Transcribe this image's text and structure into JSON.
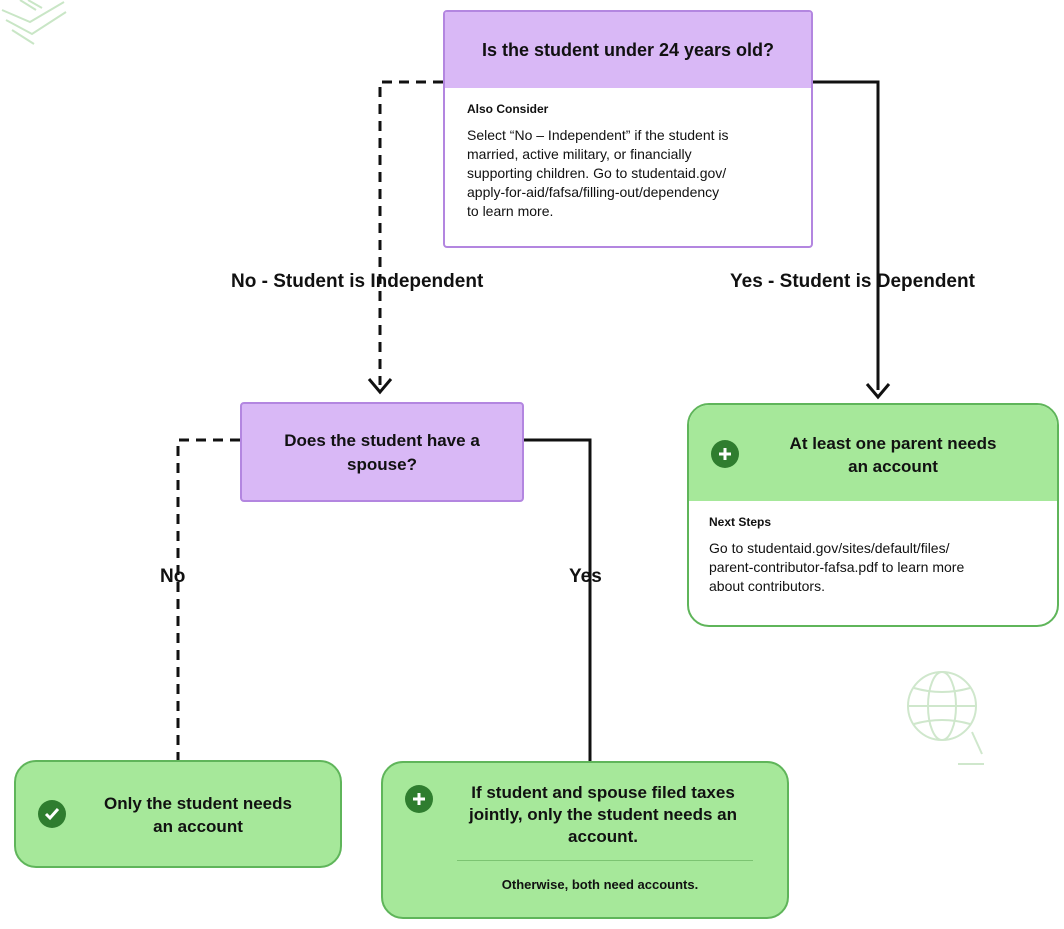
{
  "root": {
    "question": "Is the student under 24 years old?",
    "consider_title": "Also Consider",
    "consider_lines": [
      "Select “No – Independent” if the student is",
      "married, active military, or financially",
      "supporting children. Go to studentaid.gov/",
      "apply-for-aid/fafsa/filling-out/dependency",
      "to learn more."
    ]
  },
  "branches": {
    "no_independent": "No - Student is Independent",
    "yes_dependent": "Yes - Student is Dependent",
    "no": "No",
    "yes": "Yes"
  },
  "spouse": {
    "question_lines": [
      "Does the student have a",
      "spouse?"
    ]
  },
  "parent_result": {
    "title_lines": [
      "At least one parent needs",
      "an account"
    ],
    "next_title": "Next Steps",
    "next_lines": [
      "Go to studentaid.gov/sites/default/files/",
      "parent-contributor-fafsa.pdf to learn more",
      "about contributors."
    ],
    "icon": "plus-circle-icon"
  },
  "student_only_result": {
    "title_lines": [
      "Only the student needs",
      "an account"
    ],
    "icon": "check-circle-icon"
  },
  "spouse_result": {
    "title_lines": [
      "If student and spouse filed taxes",
      "jointly, only the student needs an",
      "account."
    ],
    "otherwise": "Otherwise, both need accounts.",
    "icon": "plus-circle-icon"
  },
  "colors": {
    "purple_fill": "#d9b8f6",
    "purple_border": "#b386e0",
    "green_fill": "#a6e89a",
    "green_border": "#5fb55a",
    "icon_green": "#2f7d2f"
  }
}
